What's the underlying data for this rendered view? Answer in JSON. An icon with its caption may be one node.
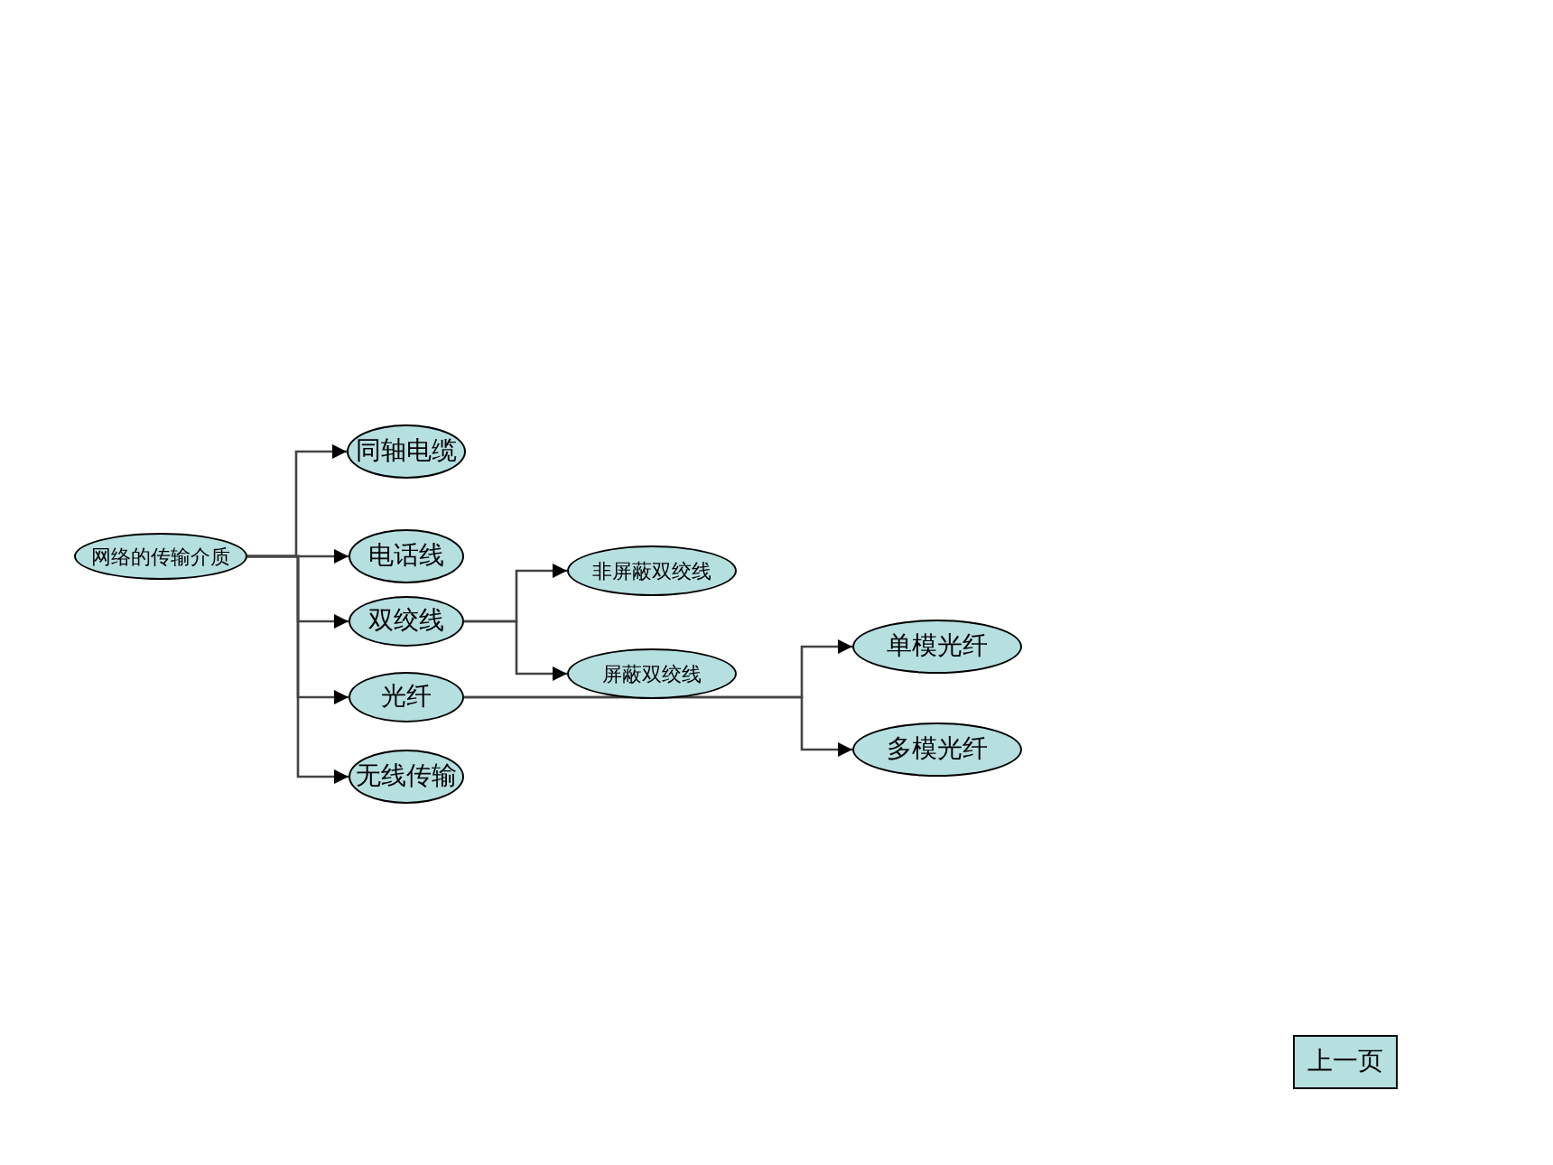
{
  "diagram": {
    "nodes": [
      {
        "text": [
          "网络的传输介质"
        ]
      },
      {
        "text": [
          "同轴电缆"
        ]
      },
      {
        "text": [
          "电话线"
        ]
      },
      {
        "text": [
          "双绞线"
        ]
      },
      {
        "text": [
          "光纤"
        ]
      },
      {
        "text": [
          "无线传输"
        ]
      },
      {
        "text": [
          "非屏蔽双绞线"
        ]
      },
      {
        "text": [
          "屏蔽双绞线"
        ]
      },
      {
        "text": [
          "单模光纤"
        ]
      },
      {
        "text": [
          "多模光纤"
        ]
      },
      {
        "text": [
          "上一页"
        ]
      }
    ],
    "edges": [
      {
        "from": 0,
        "to": 1,
        "arrow": "to"
      },
      {
        "from": 0,
        "to": 2,
        "arrow": "to"
      },
      {
        "from": 0,
        "to": 3,
        "arrow": "to"
      },
      {
        "from": 0,
        "to": 4,
        "arrow": "to"
      },
      {
        "from": 0,
        "to": 5,
        "arrow": "to"
      },
      {
        "from": 3,
        "to": 6,
        "arrow": "to"
      },
      {
        "from": 3,
        "to": 7,
        "arrow": "to"
      },
      {
        "from": 4,
        "to": 8,
        "arrow": "to"
      },
      {
        "from": 4,
        "to": 9,
        "arrow": "to"
      }
    ]
  }
}
